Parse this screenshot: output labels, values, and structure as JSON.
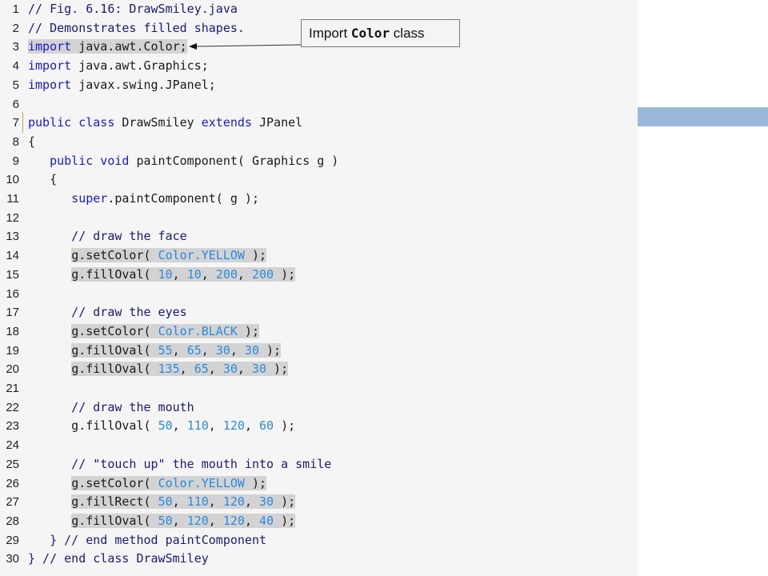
{
  "callout": {
    "text_before": "Import ",
    "code": "Color",
    "text_after": " class"
  },
  "lines": [
    {
      "num": "1",
      "tokens": [
        {
          "t": "// Fig. 6.16: DrawSmiley.java",
          "c": "c"
        }
      ]
    },
    {
      "num": "2",
      "tokens": [
        {
          "t": "// Demonstrates filled shapes.",
          "c": "c"
        }
      ]
    },
    {
      "num": "3",
      "tokens": [
        {
          "t": "import",
          "c": "k",
          "hl": true
        },
        {
          "t": " java.awt.Color;",
          "c": "n",
          "hl": true
        }
      ]
    },
    {
      "num": "4",
      "tokens": [
        {
          "t": "import",
          "c": "k"
        },
        {
          "t": " java.awt.Graphics;",
          "c": "n"
        }
      ]
    },
    {
      "num": "5",
      "tokens": [
        {
          "t": "import",
          "c": "k"
        },
        {
          "t": " javax.swing.JPanel;",
          "c": "n"
        }
      ]
    },
    {
      "num": "6",
      "tokens": []
    },
    {
      "num": "7",
      "tokens": [
        {
          "t": "public class",
          "c": "k"
        },
        {
          "t": " DrawSmiley ",
          "c": "n"
        },
        {
          "t": "extends",
          "c": "k"
        },
        {
          "t": " JPanel",
          "c": "n"
        }
      ]
    },
    {
      "num": "8",
      "tokens": [
        {
          "t": "{",
          "c": "n"
        }
      ]
    },
    {
      "num": "9",
      "tokens": [
        {
          "t": "   ",
          "c": "n"
        },
        {
          "t": "public void",
          "c": "k"
        },
        {
          "t": " paintComponent( Graphics g )",
          "c": "n"
        }
      ]
    },
    {
      "num": "10",
      "tokens": [
        {
          "t": "   {",
          "c": "n"
        }
      ]
    },
    {
      "num": "11",
      "tokens": [
        {
          "t": "      ",
          "c": "n"
        },
        {
          "t": "super",
          "c": "k"
        },
        {
          "t": ".paintComponent( g );",
          "c": "n"
        }
      ]
    },
    {
      "num": "12",
      "tokens": []
    },
    {
      "num": "13",
      "tokens": [
        {
          "t": "      // draw the face",
          "c": "c"
        }
      ]
    },
    {
      "num": "14",
      "tokens": [
        {
          "t": "      ",
          "c": "n"
        },
        {
          "t": "g.setColor( ",
          "c": "n",
          "hl": true
        },
        {
          "t": "Color.YELLOW",
          "c": "v",
          "hl": true
        },
        {
          "t": " );",
          "c": "n",
          "hl": true
        }
      ]
    },
    {
      "num": "15",
      "tokens": [
        {
          "t": "      ",
          "c": "n"
        },
        {
          "t": "g.fillOval( ",
          "c": "n",
          "hl": true
        },
        {
          "t": "10",
          "c": "v",
          "hl": true
        },
        {
          "t": ", ",
          "c": "n",
          "hl": true
        },
        {
          "t": "10",
          "c": "v",
          "hl": true
        },
        {
          "t": ", ",
          "c": "n",
          "hl": true
        },
        {
          "t": "200",
          "c": "v",
          "hl": true
        },
        {
          "t": ", ",
          "c": "n",
          "hl": true
        },
        {
          "t": "200",
          "c": "v",
          "hl": true
        },
        {
          "t": " );",
          "c": "n",
          "hl": true
        }
      ]
    },
    {
      "num": "16",
      "tokens": []
    },
    {
      "num": "17",
      "tokens": [
        {
          "t": "      // draw the eyes",
          "c": "c"
        }
      ]
    },
    {
      "num": "18",
      "tokens": [
        {
          "t": "      ",
          "c": "n"
        },
        {
          "t": "g.setColor( ",
          "c": "n",
          "hl": true
        },
        {
          "t": "Color.BLACK",
          "c": "v",
          "hl": true
        },
        {
          "t": " );",
          "c": "n",
          "hl": true
        }
      ]
    },
    {
      "num": "19",
      "tokens": [
        {
          "t": "      ",
          "c": "n"
        },
        {
          "t": "g.fillOval( ",
          "c": "n",
          "hl": true
        },
        {
          "t": "55",
          "c": "v",
          "hl": true
        },
        {
          "t": ", ",
          "c": "n",
          "hl": true
        },
        {
          "t": "65",
          "c": "v",
          "hl": true
        },
        {
          "t": ", ",
          "c": "n",
          "hl": true
        },
        {
          "t": "30",
          "c": "v",
          "hl": true
        },
        {
          "t": ", ",
          "c": "n",
          "hl": true
        },
        {
          "t": "30",
          "c": "v",
          "hl": true
        },
        {
          "t": " );",
          "c": "n",
          "hl": true
        }
      ]
    },
    {
      "num": "20",
      "tokens": [
        {
          "t": "      ",
          "c": "n"
        },
        {
          "t": "g.fillOval( ",
          "c": "n",
          "hl": true
        },
        {
          "t": "135",
          "c": "v",
          "hl": true
        },
        {
          "t": ", ",
          "c": "n",
          "hl": true
        },
        {
          "t": "65",
          "c": "v",
          "hl": true
        },
        {
          "t": ", ",
          "c": "n",
          "hl": true
        },
        {
          "t": "30",
          "c": "v",
          "hl": true
        },
        {
          "t": ", ",
          "c": "n",
          "hl": true
        },
        {
          "t": "30",
          "c": "v",
          "hl": true
        },
        {
          "t": " );",
          "c": "n",
          "hl": true
        }
      ]
    },
    {
      "num": "21",
      "tokens": []
    },
    {
      "num": "22",
      "tokens": [
        {
          "t": "      // draw the mouth",
          "c": "c"
        }
      ]
    },
    {
      "num": "23",
      "tokens": [
        {
          "t": "      g.fillOval( ",
          "c": "n"
        },
        {
          "t": "50",
          "c": "v"
        },
        {
          "t": ", ",
          "c": "n"
        },
        {
          "t": "110",
          "c": "v"
        },
        {
          "t": ", ",
          "c": "n"
        },
        {
          "t": "120",
          "c": "v"
        },
        {
          "t": ", ",
          "c": "n"
        },
        {
          "t": "60",
          "c": "v"
        },
        {
          "t": " );",
          "c": "n"
        }
      ]
    },
    {
      "num": "24",
      "tokens": []
    },
    {
      "num": "25",
      "tokens": [
        {
          "t": "      // \"touch up\" the mouth into a smile",
          "c": "c"
        }
      ]
    },
    {
      "num": "26",
      "tokens": [
        {
          "t": "      ",
          "c": "n"
        },
        {
          "t": "g.setColor( ",
          "c": "n",
          "hl": true
        },
        {
          "t": "Color.YELLOW",
          "c": "v",
          "hl": true
        },
        {
          "t": " );",
          "c": "n",
          "hl": true
        }
      ]
    },
    {
      "num": "27",
      "tokens": [
        {
          "t": "      ",
          "c": "n"
        },
        {
          "t": "g.fillRect( ",
          "c": "n",
          "hl": true
        },
        {
          "t": "50",
          "c": "v",
          "hl": true
        },
        {
          "t": ", ",
          "c": "n",
          "hl": true
        },
        {
          "t": "110",
          "c": "v",
          "hl": true
        },
        {
          "t": ", ",
          "c": "n",
          "hl": true
        },
        {
          "t": "120",
          "c": "v",
          "hl": true
        },
        {
          "t": ", ",
          "c": "n",
          "hl": true
        },
        {
          "t": "30",
          "c": "v",
          "hl": true
        },
        {
          "t": " );",
          "c": "n",
          "hl": true
        }
      ]
    },
    {
      "num": "28",
      "tokens": [
        {
          "t": "      ",
          "c": "n"
        },
        {
          "t": "g.fillOval( ",
          "c": "n",
          "hl": true
        },
        {
          "t": "50",
          "c": "v",
          "hl": true
        },
        {
          "t": ", ",
          "c": "n",
          "hl": true
        },
        {
          "t": "120",
          "c": "v",
          "hl": true
        },
        {
          "t": ", ",
          "c": "n",
          "hl": true
        },
        {
          "t": "120",
          "c": "v",
          "hl": true
        },
        {
          "t": ", ",
          "c": "n",
          "hl": true
        },
        {
          "t": "40",
          "c": "v",
          "hl": true
        },
        {
          "t": " );",
          "c": "n",
          "hl": true
        }
      ]
    },
    {
      "num": "29",
      "tokens": [
        {
          "t": "   } // end method paintComponent",
          "c": "c"
        }
      ]
    },
    {
      "num": "30",
      "tokens": [
        {
          "t": "} // end class DrawSmiley",
          "c": "c"
        }
      ]
    }
  ],
  "colors": {
    "keyword": "#1a1acc",
    "comment": "#1a1a78",
    "number": "#2a8ae0",
    "highlight": "#d3d3d3",
    "side_bar": "#9ab8d9"
  }
}
